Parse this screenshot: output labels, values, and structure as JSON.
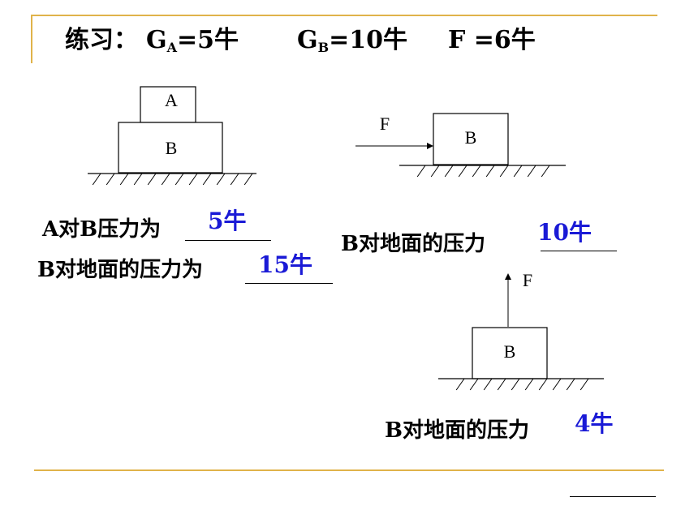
{
  "title": {
    "prefix": "练习：",
    "ga_letter": "G",
    "ga_sub": "A",
    "ga_value": "=5牛",
    "gb_letter": "G",
    "gb_sub": "B",
    "gb_value": "=10牛",
    "f_text": "F =6牛"
  },
  "figure1": {
    "top_block": "A",
    "bottom_block": "B"
  },
  "figure2": {
    "force_label": "F",
    "block": "B"
  },
  "figure3": {
    "force_label": "F",
    "block": "B"
  },
  "questions": {
    "q1_text": "A对B压力为",
    "q1_answer": "5牛",
    "q2_text": "B对地面的压力为",
    "q2_answer": "15牛",
    "q3_text": "B对地面的压力",
    "q3_answer": "10牛",
    "q4_text": "B对地面的压力",
    "q4_answer": "4牛"
  },
  "colors": {
    "rule": "#e0b34a",
    "answer": "#1a1ad6"
  }
}
